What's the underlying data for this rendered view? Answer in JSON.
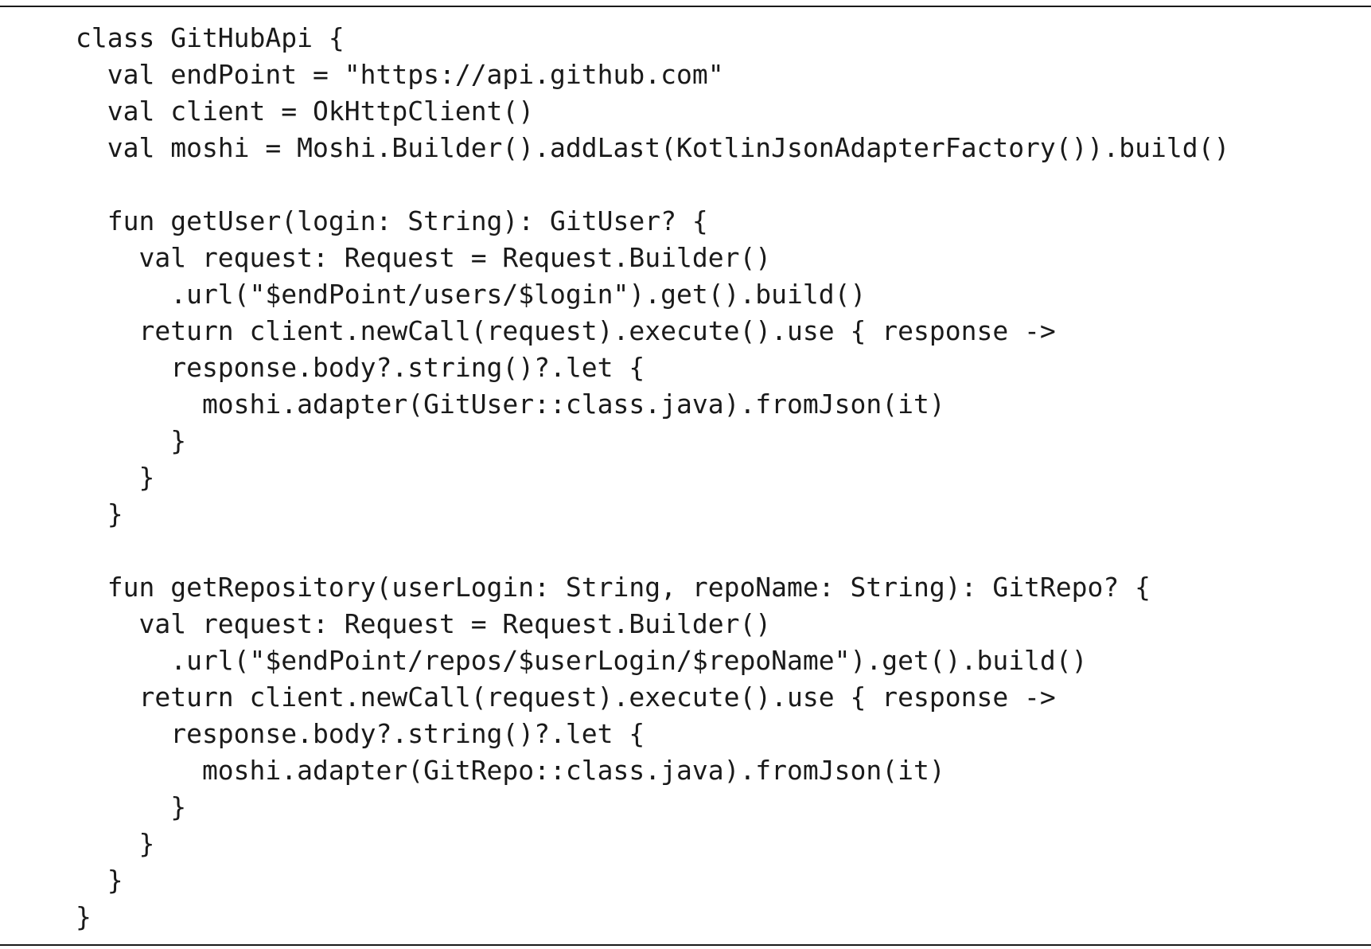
{
  "code": {
    "language": "Kotlin",
    "lines": [
      "class GitHubApi {",
      "  val endPoint = \"https://api.github.com\"",
      "  val client = OkHttpClient()",
      "  val moshi = Moshi.Builder().addLast(KotlinJsonAdapterFactory()).build()",
      "",
      "  fun getUser(login: String): GitUser? {",
      "    val request: Request = Request.Builder()",
      "      .url(\"$endPoint/users/$login\").get().build()",
      "    return client.newCall(request).execute().use { response ->",
      "      response.body?.string()?.let {",
      "        moshi.adapter(GitUser::class.java).fromJson(it)",
      "      }",
      "    }",
      "  }",
      "",
      "  fun getRepository(userLogin: String, repoName: String): GitRepo? {",
      "    val request: Request = Request.Builder()",
      "      .url(\"$endPoint/repos/$userLogin/$repoName\").get().build()",
      "    return client.newCall(request).execute().use { response ->",
      "      response.body?.string()?.let {",
      "        moshi.adapter(GitRepo::class.java).fromJson(it)",
      "      }",
      "    }",
      "  }",
      "}"
    ]
  },
  "colors": {
    "text": "#1a1a1a",
    "background": "#ffffff",
    "rule": "#1a1a1a"
  }
}
